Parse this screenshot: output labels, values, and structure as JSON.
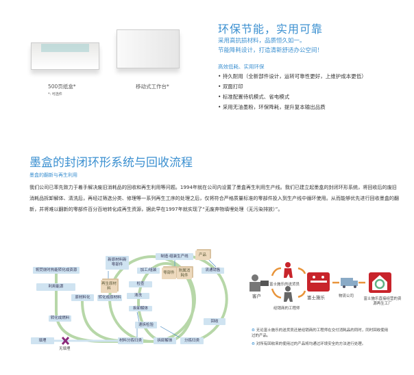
{
  "products": {
    "tray_caption": "500页纸盒*",
    "tray_note": "*: 可选件",
    "cabinet_caption": "移动式工作台*"
  },
  "eco": {
    "title": "环保节能，实用可靠",
    "line1": "采用高抗损材料，品质恒久如一。",
    "line2": "节能降耗设计，打造清新舒适办公空间！",
    "subtitle": "高效低耗、实用环保",
    "bullets": [
      "持久耐用（全新部件设计，运转可靠性更好，上维护成本更低）",
      "双面打印",
      "标准配置待机模式、省电模式",
      "采用无油墨粉，环保降耗，提升复本输出品质"
    ]
  },
  "section": {
    "title": "墨盒的封闭环形系统与回收流程",
    "subtitle": "墨盒的翻新与再生利用",
    "paragraph": "我们公司已率先致力于着手解决废旧消耗品的回收和再生利用等问题。1994年就在公司内设置了墨盒再生利用生产线。我们已建立起墨盒的封闭环形系统，将回收后的废旧消耗品拆卸解体、清洗后，再经过筛选分类、修理等一系列再生工序的处理之后，仅将符合严格质量标准的零部件投入到生产线中循环使用。从而能够优先进行回收墨盒的翻新，并将难以翻新的零部件百分百地转化成再生资源，据此早在1997年就实现了“无废弃物填埋处理（无污染排放）”。"
  },
  "cycle": {
    "heat": "将焚烧时热能转化成资源",
    "energy": "利用能源",
    "fuel": "转化成燃料",
    "landfill": "填埋",
    "no_landfill": "无填埋",
    "new_material": "新原材料新零部件",
    "recycled_material": "再生原材料",
    "raw_material": "原材料化",
    "to_raw": "转化成原材料",
    "sort_material": "材料分拣归类",
    "production": "制造·组装生产线",
    "product": "产品",
    "assemble": "加工/组装",
    "parts": "零部件",
    "accessories": "附属消耗件",
    "sales": "流通销售",
    "inspect": "检查",
    "wash": "清洗",
    "disassemble": "拆卸解体",
    "quick_inspect": "速拆检验",
    "collect": "回收",
    "disassemble2": "拆卸解体",
    "sort": "分拣归类"
  },
  "flow": {
    "customer": "客户",
    "courier": "富士施乐的送货员",
    "engineer": "经销商的工程师",
    "company": "富士施乐",
    "logistics": "物流公司",
    "factory": "富士施乐直接经营的资源再生工厂",
    "notes": [
      "无论富士施乐的送货员还是经销商的工程师在交付消耗品的同时，同时回收使用过的产品。",
      "对所有回收来的使用过的产品将均通过环境安全的方法进行处理。"
    ]
  },
  "colors": {
    "accent": "#3a8fd0",
    "red": "#c8242b",
    "green": "#a9cf9c"
  }
}
